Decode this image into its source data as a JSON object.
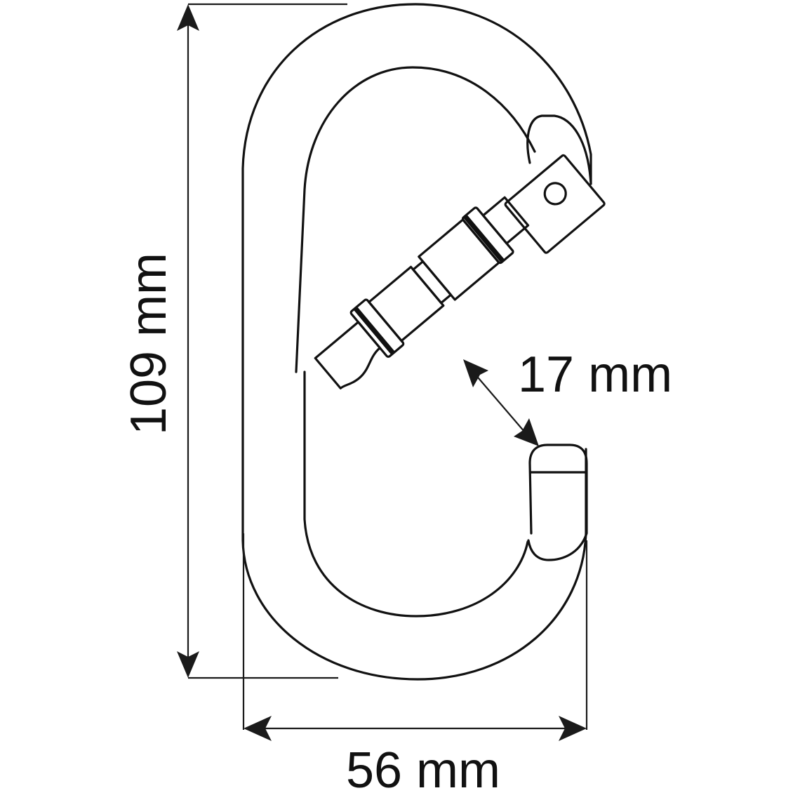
{
  "diagram": {
    "subject": "oval screw-gate carabiner",
    "line_color": "#111111",
    "background": "#ffffff",
    "dimensions": {
      "height": {
        "value": "109",
        "unit": "mm",
        "label": "109 mm",
        "orientation": "vertical"
      },
      "width": {
        "value": "56",
        "unit": "mm",
        "label": "56 mm",
        "orientation": "horizontal"
      },
      "gate_opening": {
        "value": "17",
        "unit": "mm",
        "label": "17 mm",
        "orientation": "diagonal"
      }
    },
    "parts": [
      "frame",
      "screw-gate sleeve",
      "gate",
      "nose hook",
      "gate tip pin"
    ]
  }
}
